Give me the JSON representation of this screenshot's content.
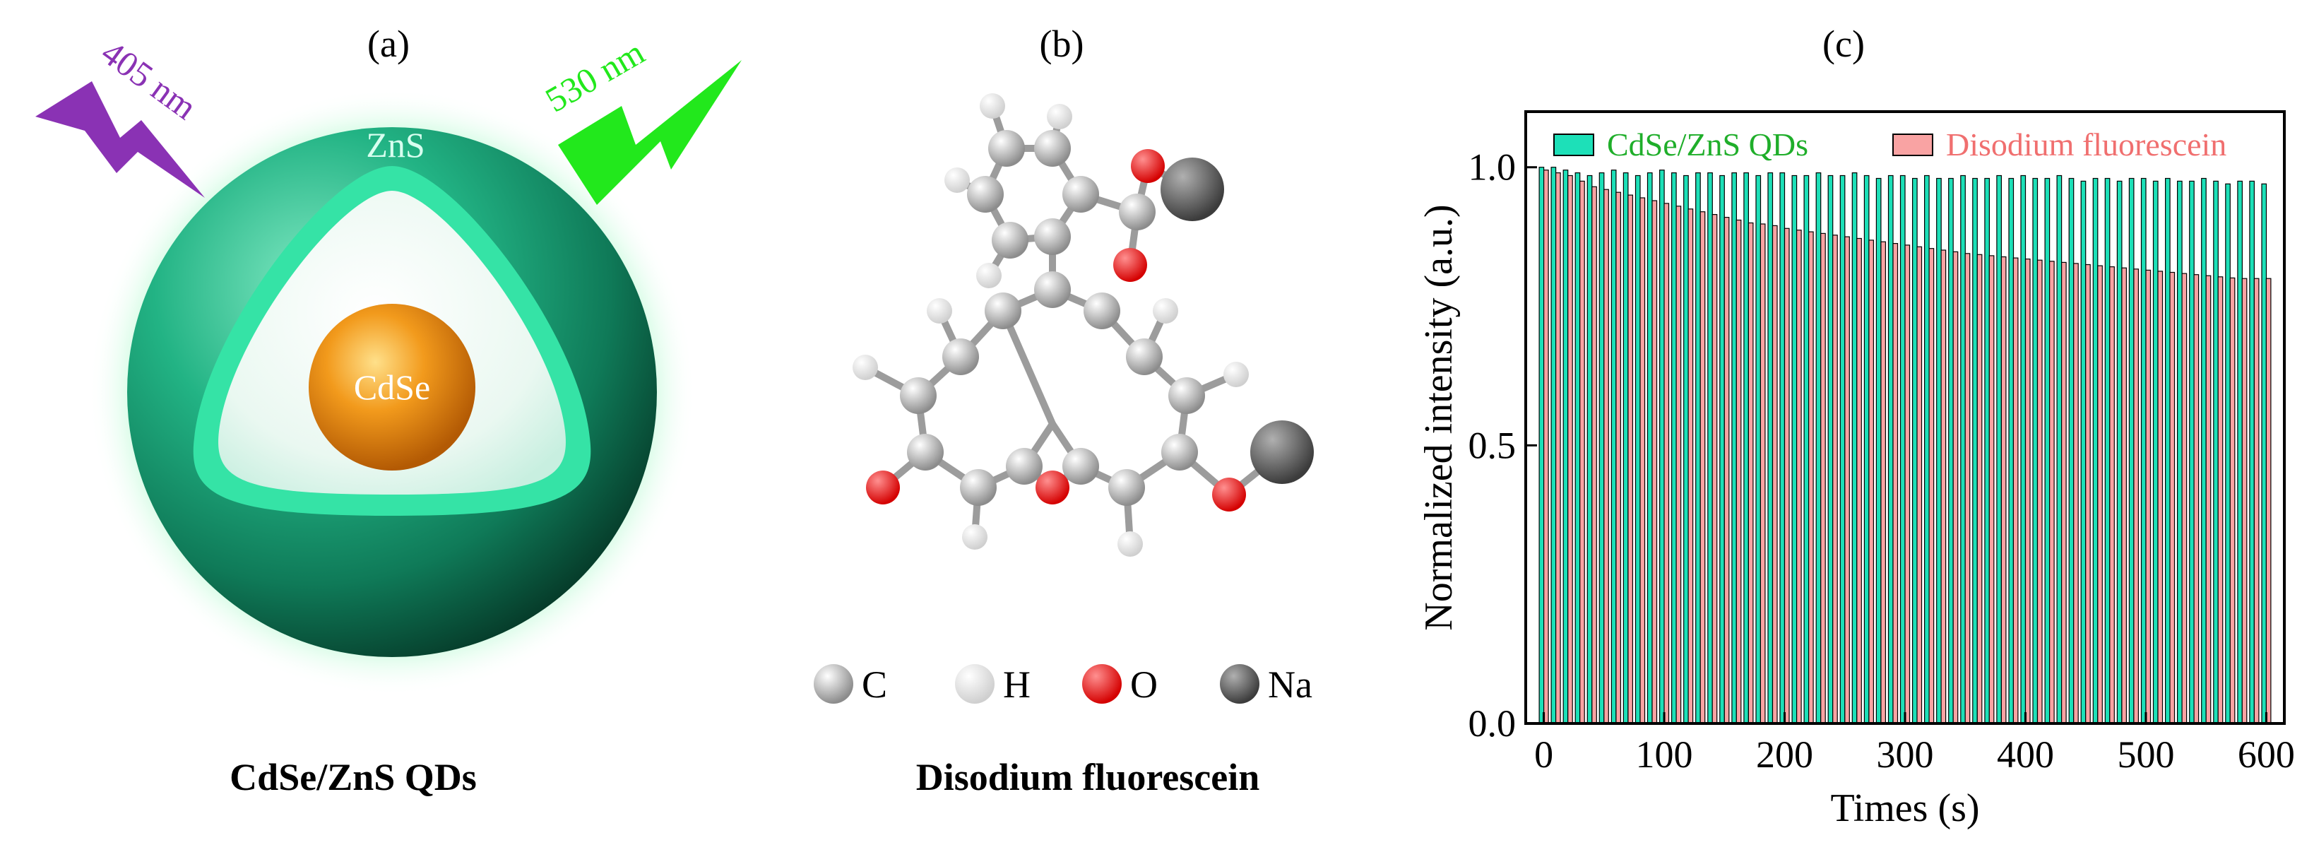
{
  "panel_a": {
    "label": "(a)",
    "excitation": "405 nm",
    "emission": "530 nm",
    "shell_label": "ZnS",
    "core_label": "CdSe",
    "caption": "CdSe/ZnS QDs",
    "colors": {
      "excitation": "#8a32b4",
      "emission": "#22e81c",
      "shell": "#1ca57a",
      "core": "#f0941a"
    }
  },
  "panel_b": {
    "label": "(b)",
    "caption": "Disodium fluorescein",
    "legend": [
      {
        "symbol": "C",
        "color": "#a8a8a8"
      },
      {
        "symbol": "H",
        "color": "#f2f2f2"
      },
      {
        "symbol": "O",
        "color": "#ff1010"
      },
      {
        "symbol": "Na",
        "color": "#6e6e6e"
      }
    ]
  },
  "chart_data": {
    "type": "bar",
    "title": "(c)",
    "xlabel": "Times (s)",
    "ylabel": "Normalized intensity (a.u.)",
    "xlim": [
      -15,
      615
    ],
    "ylim": [
      0,
      1.1
    ],
    "xticks": [
      0,
      100,
      200,
      300,
      400,
      500,
      600
    ],
    "yticks": [
      0.0,
      0.5,
      1.0
    ],
    "ytick_labels": [
      "0.0",
      "0.5",
      "1.0"
    ],
    "legend_position": "top",
    "x": [
      0,
      10,
      20,
      30,
      40,
      50,
      60,
      70,
      80,
      90,
      100,
      110,
      120,
      130,
      140,
      150,
      160,
      170,
      180,
      190,
      200,
      210,
      220,
      230,
      240,
      250,
      260,
      270,
      280,
      290,
      300,
      310,
      320,
      330,
      340,
      350,
      360,
      370,
      380,
      390,
      400,
      410,
      420,
      430,
      440,
      450,
      460,
      470,
      480,
      490,
      500,
      510,
      520,
      530,
      540,
      550,
      560,
      570,
      580,
      590,
      600
    ],
    "series": [
      {
        "name": "CdSe/ZnS QDs",
        "color": "#1de0b8",
        "values": [
          1.0,
          1.0,
          0.995,
          0.99,
          0.985,
          0.99,
          0.995,
          0.99,
          0.985,
          0.99,
          0.995,
          0.99,
          0.985,
          0.99,
          0.99,
          0.985,
          0.99,
          0.99,
          0.985,
          0.99,
          0.99,
          0.985,
          0.985,
          0.99,
          0.985,
          0.985,
          0.99,
          0.985,
          0.98,
          0.985,
          0.985,
          0.98,
          0.985,
          0.98,
          0.98,
          0.985,
          0.98,
          0.98,
          0.985,
          0.98,
          0.985,
          0.98,
          0.98,
          0.985,
          0.98,
          0.975,
          0.98,
          0.98,
          0.975,
          0.98,
          0.98,
          0.975,
          0.98,
          0.975,
          0.975,
          0.98,
          0.975,
          0.97,
          0.975,
          0.975,
          0.97
        ]
      },
      {
        "name": "Disodium fluorescein",
        "color": "#f9a3a3",
        "values": [
          0.995,
          0.99,
          0.985,
          0.975,
          0.965,
          0.96,
          0.955,
          0.95,
          0.945,
          0.94,
          0.935,
          0.93,
          0.925,
          0.92,
          0.915,
          0.91,
          0.905,
          0.9,
          0.898,
          0.895,
          0.89,
          0.887,
          0.884,
          0.881,
          0.878,
          0.875,
          0.872,
          0.869,
          0.866,
          0.863,
          0.86,
          0.857,
          0.854,
          0.851,
          0.848,
          0.845,
          0.843,
          0.841,
          0.839,
          0.837,
          0.835,
          0.833,
          0.831,
          0.829,
          0.827,
          0.825,
          0.823,
          0.821,
          0.819,
          0.817,
          0.815,
          0.813,
          0.811,
          0.809,
          0.807,
          0.805,
          0.803,
          0.801,
          0.8,
          0.8,
          0.8
        ]
      }
    ]
  }
}
